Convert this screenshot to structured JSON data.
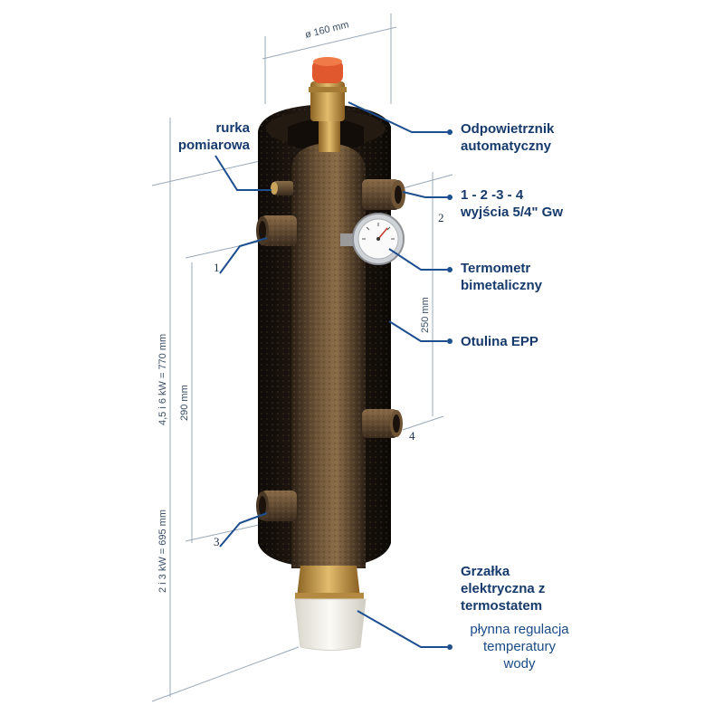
{
  "dimensions": {
    "diameter": "ø 160 mm",
    "height_large": "4,5 i 6 kW = 770 mm",
    "height_small": "2 i 3 kW = 695 mm",
    "spacing_290": "290 mm",
    "spacing_250": "250 mm"
  },
  "ports": {
    "p1": "1",
    "p2": "2",
    "p3": "3",
    "p4": "4"
  },
  "labels": {
    "measuring_tube": [
      "rurka",
      "pomiarowa"
    ],
    "air_vent": [
      "Odpowietrznik",
      "automatyczny"
    ],
    "outlets": [
      "1 - 2 -3 - 4",
      "wyjścia 5/4\" Gw"
    ],
    "thermometer": [
      "Termometr",
      "bimetaliczny"
    ],
    "insulation": "Otulina EPP",
    "heater": [
      "Grzałka",
      "elektryczna z",
      "termostatem"
    ],
    "heater_note": [
      "płynna regulacja",
      "temperatury",
      "wody"
    ]
  },
  "colors": {
    "callout": "#163a6b",
    "leader": "#1d4f8f",
    "dimension": "#9aa8b8",
    "insulation": "#17110c",
    "body": "#5a4530",
    "brass": "#c69a4a",
    "vent_cap": "#e0592e"
  }
}
